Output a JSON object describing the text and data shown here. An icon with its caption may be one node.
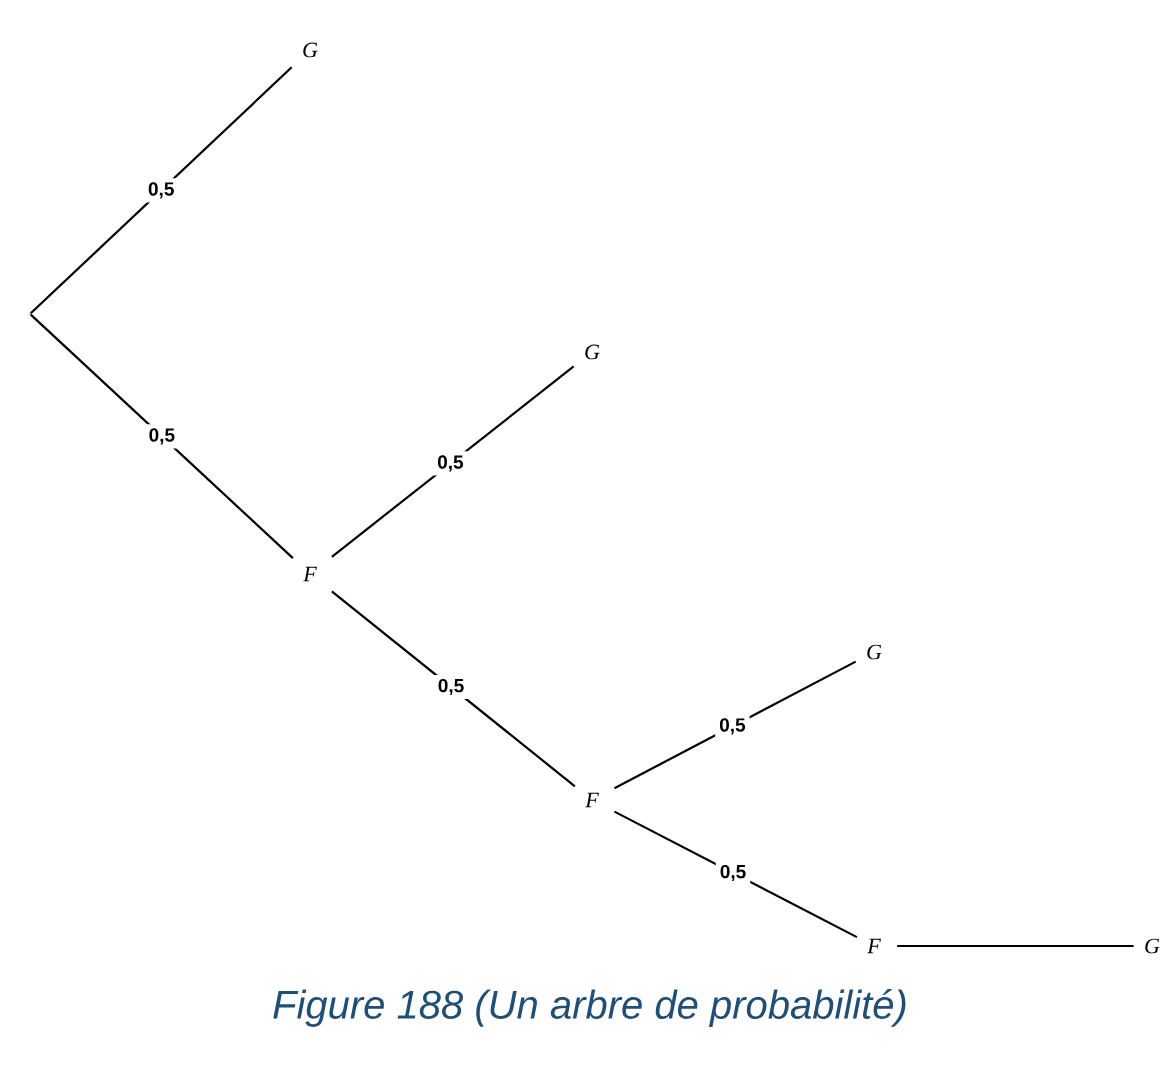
{
  "diagram": {
    "caption": "Figure 188 (Un arbre de probabilité)",
    "nodes": [
      {
        "text": [],
        "shape": "point"
      },
      {
        "text": [
          "G"
        ]
      },
      {
        "text": [
          "F"
        ]
      },
      {
        "text": [
          "G"
        ]
      },
      {
        "text": [
          "F"
        ]
      },
      {
        "text": [
          "G"
        ]
      },
      {
        "text": [
          "F"
        ]
      },
      {
        "text": [
          "G"
        ]
      }
    ],
    "edges": [
      {
        "from": 0,
        "to": 1,
        "arrow": "none",
        "label": "0,5"
      },
      {
        "from": 0,
        "to": 2,
        "arrow": "none",
        "label": "0,5"
      },
      {
        "from": 2,
        "to": 3,
        "arrow": "none",
        "label": "0,5"
      },
      {
        "from": 2,
        "to": 4,
        "arrow": "none",
        "label": "0,5"
      },
      {
        "from": 4,
        "to": 5,
        "arrow": "none",
        "label": "0,5"
      },
      {
        "from": 4,
        "to": 6,
        "arrow": "none",
        "label": "0,5"
      },
      {
        "from": 6,
        "to": 7,
        "arrow": "none"
      }
    ]
  }
}
